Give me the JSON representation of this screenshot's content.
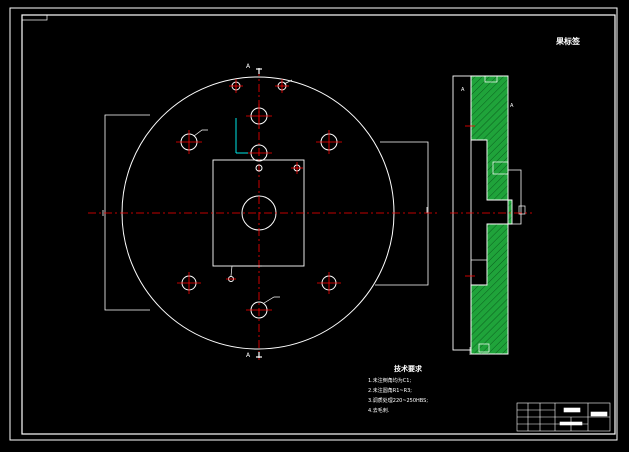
{
  "drawing": {
    "corner_label": "果标签",
    "section_mark_top": "A",
    "section_mark_bottom": "A",
    "side_view_labels": [
      "A",
      "A"
    ]
  },
  "technical_requirements": {
    "title": "技术要求",
    "items": [
      "1.未注倒角均为C1;",
      "2.未注圆角R1~R3;",
      "3.调质处理220~250HBS;",
      "4.去毛刺."
    ]
  },
  "colors": {
    "background": "#000000",
    "lines": "#ffffff",
    "centerlines": "#ff0000",
    "section_fill": "#1fa33a",
    "highlight": "#00ffff"
  }
}
